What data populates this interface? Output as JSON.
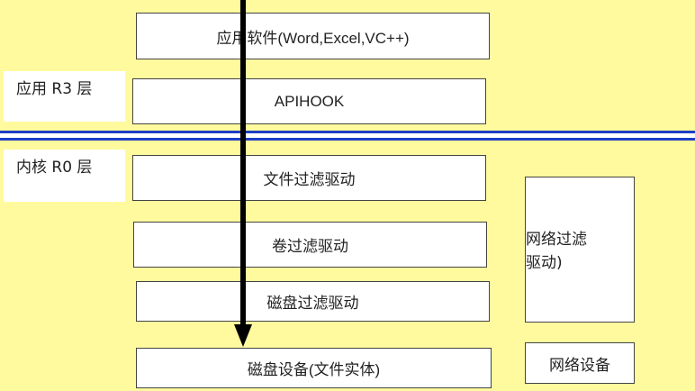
{
  "labels": {
    "r3": "应用 R3 层",
    "r0": "内核 R0 层"
  },
  "layers": {
    "app_software": "应用软件(Word,Excel,VC++)",
    "apihook": "APIHOOK",
    "file_filter": "文件过滤驱动",
    "volume_filter": "卷过滤驱动",
    "disk_filter": "磁盘过滤驱动",
    "disk_device": "磁盘设备(文件实体)"
  },
  "network": {
    "filter_line1": "网络过滤",
    "filter_line2": "驱动)",
    "device": "网络设备"
  },
  "colors": {
    "background": "#fffa9e",
    "divider": "#1d3fc4",
    "arrow": "#000000"
  }
}
